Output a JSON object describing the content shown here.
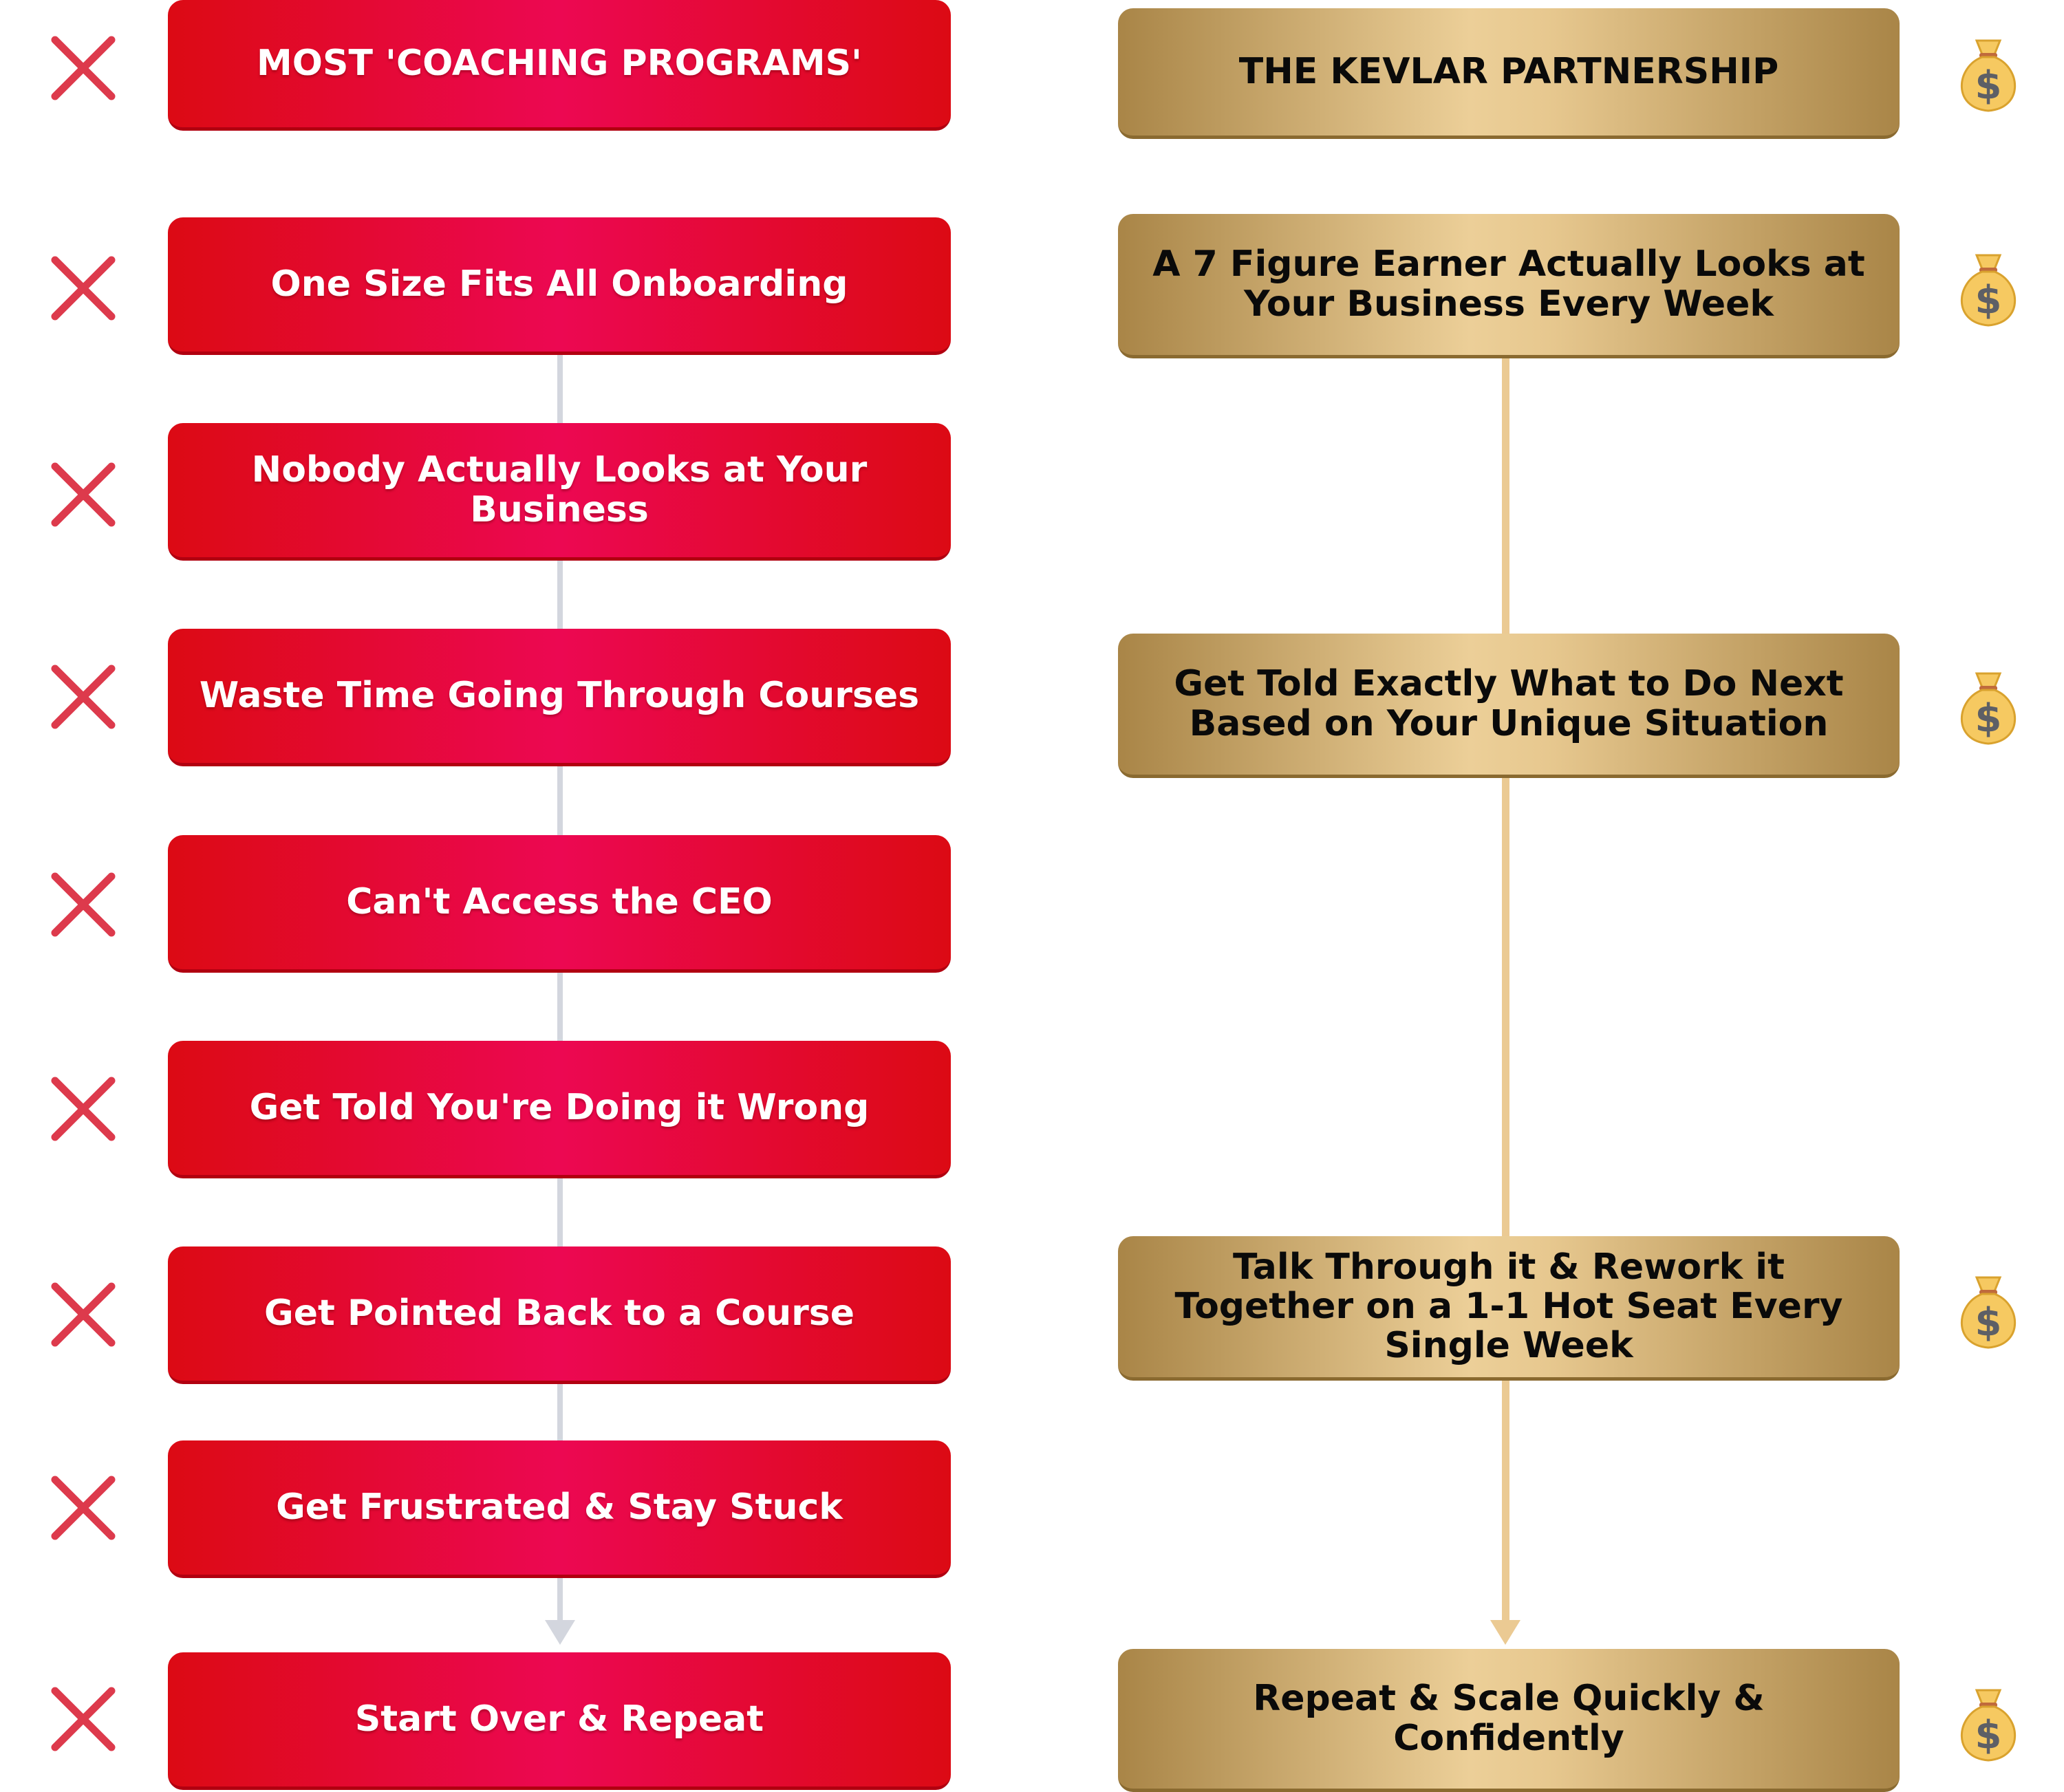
{
  "left_column": {
    "header": "MOST 'COACHING PROGRAMS'",
    "steps": [
      "One Size Fits All Onboarding",
      "Nobody Actually Looks at Your Business",
      "Waste Time Going Through Courses",
      "Can't Access the CEO",
      "Get Told You're Doing it Wrong",
      "Get Pointed Back to a Course",
      "Get Frustrated & Stay Stuck",
      "Start Over & Repeat"
    ],
    "marker_icon": "x-mark-icon",
    "box_color": "#e4062f",
    "marker_color": "#dd3a4c"
  },
  "right_column": {
    "header": "THE KEVLAR PARTNERSHIP",
    "steps": [
      "A 7 Figure Earner Actually Looks at Your Business Every Week",
      "Get Told Exactly What to Do Next Based on Your Unique Situation",
      "Talk Through it & Rework it Together on a 1-1 Hot Seat Every Single Week",
      "Repeat & Scale Quickly & Confidently"
    ],
    "marker_icon": "money-bag-icon",
    "box_color": "#d9b77c"
  }
}
